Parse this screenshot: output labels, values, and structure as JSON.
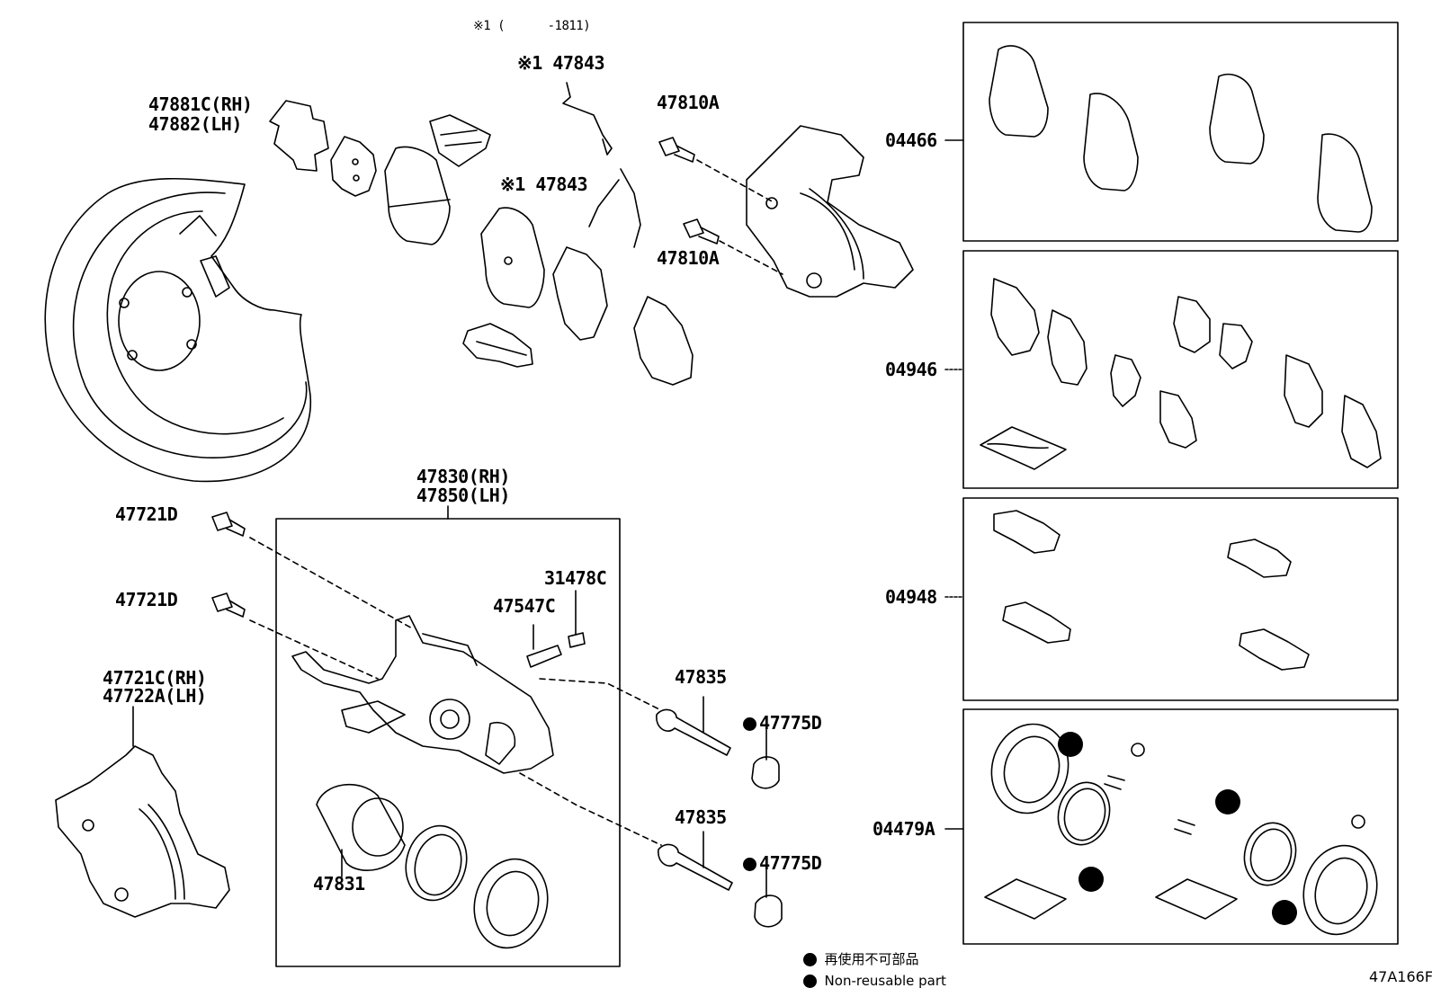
{
  "figure_code": "47A166F",
  "note": "※1 (      -1811)",
  "parts": {
    "p47843_top": "※1 47843",
    "p47843_mid": "※1 47843",
    "p47810A_top": "47810A",
    "p47810A_bottom": "47810A",
    "p47881C": "47881C(RH)",
    "p47882": "47882(LH)",
    "p47830": "47830(RH)",
    "p47850": "47850(LH)",
    "p47721D_a": "47721D",
    "p47721D_b": "47721D",
    "p47721C": "47721C(RH)",
    "p47722A": "47722A(LH)",
    "p31478C": "31478C",
    "p47547C": "47547C",
    "p47835_a": "47835",
    "p47835_b": "47835",
    "p47775D_a": "47775D",
    "p47775D_b": "47775D",
    "p47831": "47831"
  },
  "kits": {
    "k04466": "04466",
    "k04946": "04946",
    "k04948": "04948",
    "k04479A": "04479A"
  },
  "legend": {
    "jp": "再使用不可部品",
    "en": "Non-reusable part"
  }
}
